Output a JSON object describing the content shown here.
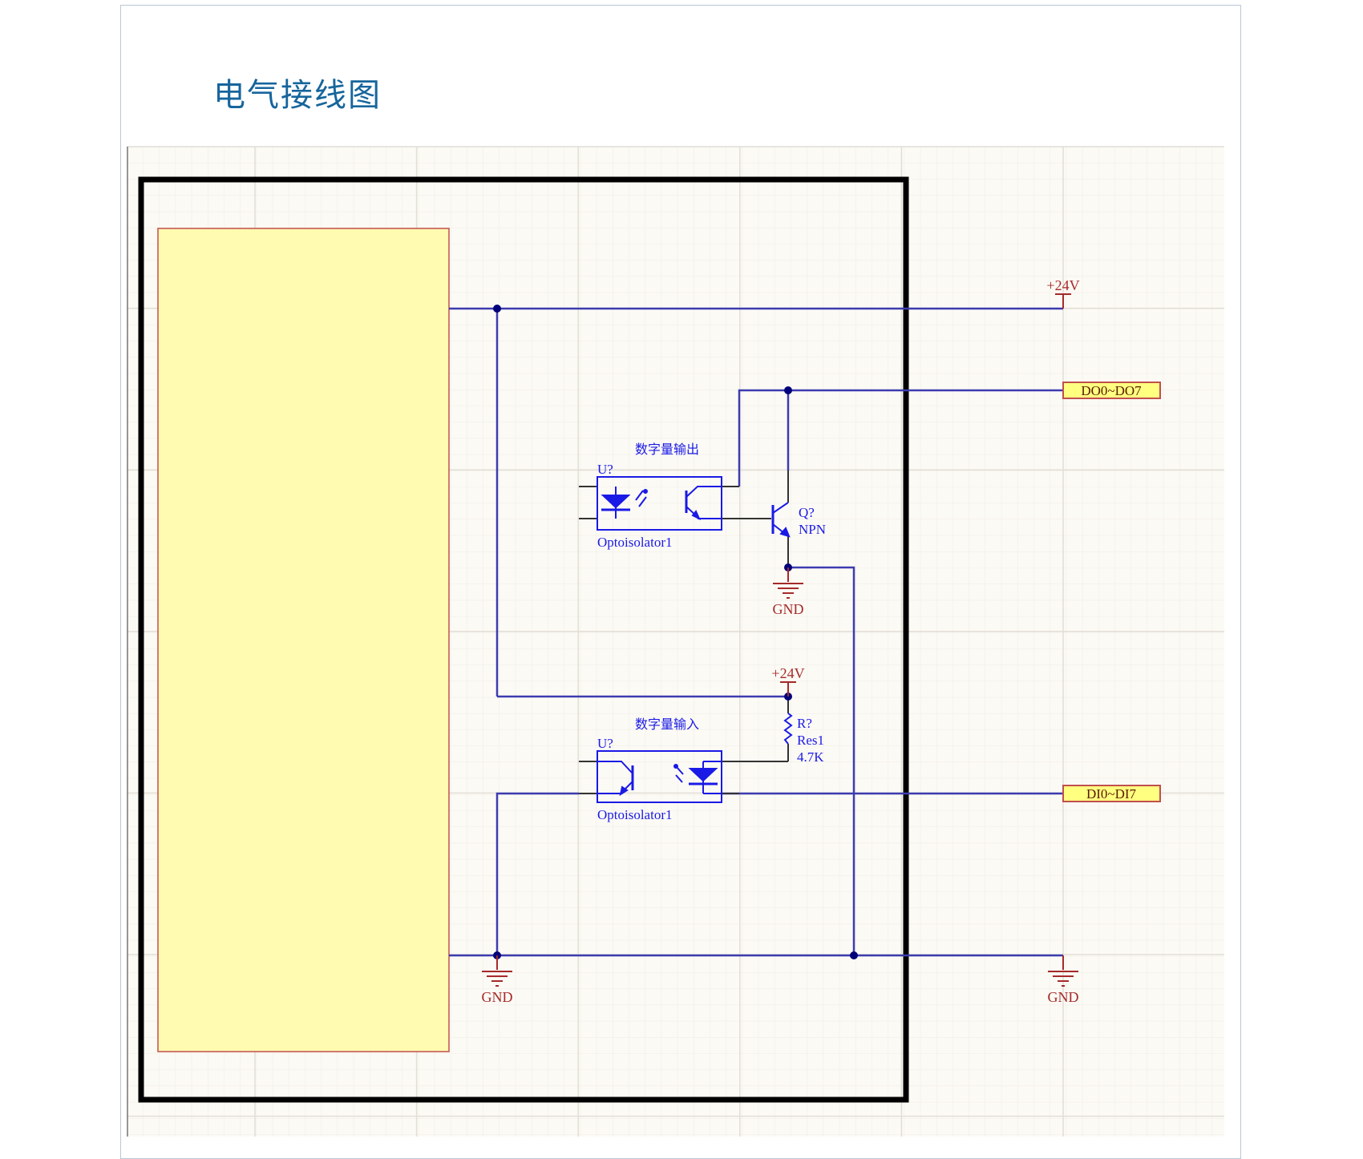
{
  "page": {
    "title": "电气接线图"
  },
  "colors": {
    "title": "#16659c",
    "wire": "#3c3cb0",
    "junction": "#00007a",
    "power_symbol": "#a52a2a",
    "component": "#1a1ae6",
    "sheet_fill": "#fffbb0",
    "sheet_border": "#c0504d",
    "grid_bg": "#fcfaf5",
    "frame": "#000000"
  },
  "schematic": {
    "power_ports": [
      {
        "id": "vcc-top-right",
        "label": "+24V"
      },
      {
        "id": "vcc-resistor",
        "label": "+24V"
      }
    ],
    "ground_ports": [
      {
        "id": "gnd-transistor",
        "label": "GND"
      },
      {
        "id": "gnd-bottom-left",
        "label": "GND"
      },
      {
        "id": "gnd-bottom-right",
        "label": "GND"
      }
    ],
    "net_ports": [
      {
        "id": "port-do",
        "label": "DO0~DO7"
      },
      {
        "id": "port-di",
        "label": "DI0~DI7"
      }
    ],
    "output_block": {
      "caption": "数字量输出",
      "designator": "U?",
      "part": "Optoisolator1"
    },
    "input_block": {
      "caption": "数字量输入",
      "designator": "U?",
      "part": "Optoisolator1"
    },
    "transistor": {
      "designator": "Q?",
      "type": "NPN"
    },
    "resistor": {
      "designator": "R?",
      "part": "Res1",
      "value": "4.7K"
    }
  }
}
